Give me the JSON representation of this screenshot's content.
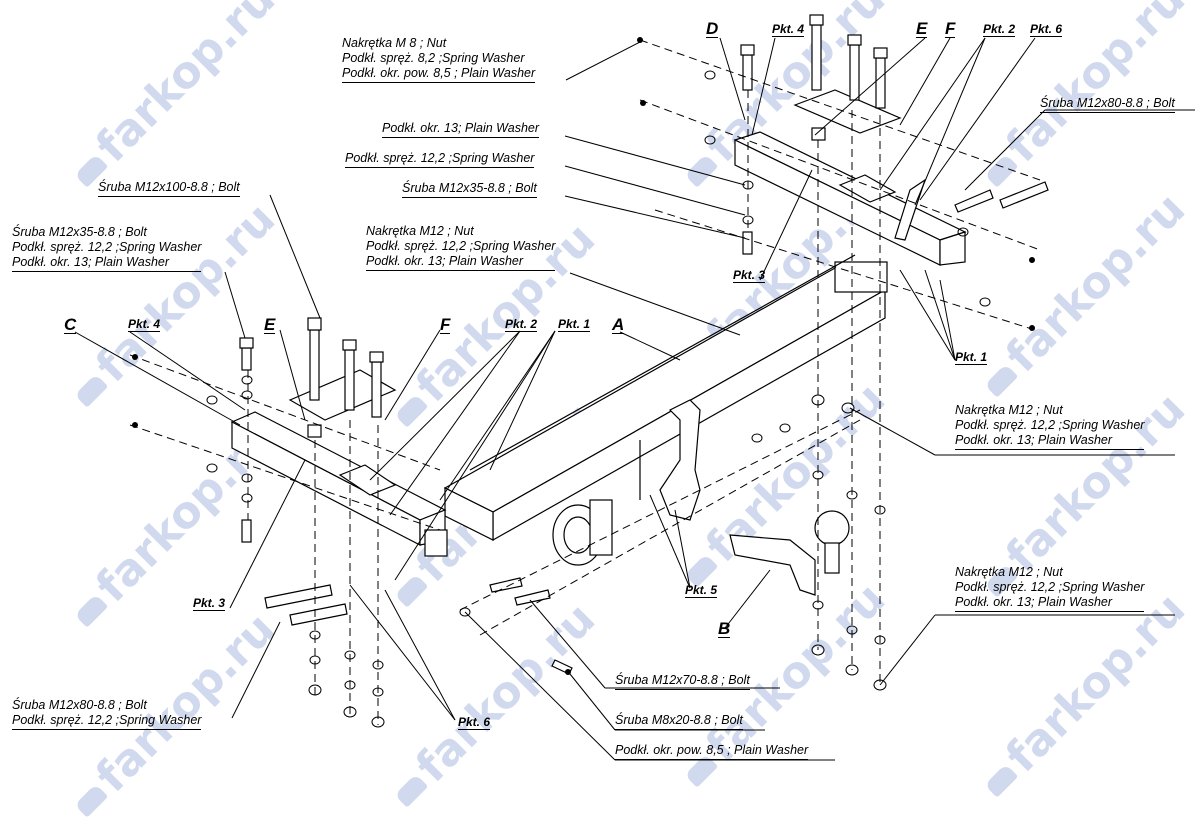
{
  "watermark": "farkop.ru",
  "labels": {
    "nut_m8": [
      "Nakrętka  M  8 ; Nut",
      "Podkł. spręż. 8,2 ;Spring Washer",
      "Podkł. okr. pow. 8,5 ; Plain Washer"
    ],
    "plain_washer_13": "Podkł. okr. 13; Plain Washer",
    "spring_washer_12": "Podkł. spręż. 12,2 ;Spring Washer",
    "bolt_m12x35_top": "Śruba M12x35-8.8 ;  Bolt",
    "bolt_m12x100": "Śruba M12x100-8.8 ;  Bolt",
    "left_group": [
      "Śruba M12x35-8.8 ;  Bolt",
      "Podkł. spręż. 12,2 ;Spring Washer",
      "Podkł. okr. 13; Plain Washer"
    ],
    "nut_m12_center": [
      "Nakrętka  M12 ; Nut",
      "Podkł. spręż. 12,2 ;Spring Washer",
      "Podkł. okr. 13; Plain Washer"
    ],
    "bolt_m12x80_right": "Śruba M12x80-8.8 ;  Bolt",
    "nut_m12_right1": [
      "Nakrętka  M12 ; Nut",
      "Podkł. spręż. 12,2 ;Spring Washer",
      "Podkł. okr. 13; Plain Washer"
    ],
    "nut_m12_right2": [
      "Nakrętka  M12 ; Nut",
      "Podkł. spręż. 12,2 ;Spring Washer",
      "Podkł. okr. 13; Plain Washer"
    ],
    "bolt_m12x80_left": [
      "Śruba M12x80-8.8 ;  Bolt",
      "Podkł. spręż. 12,2 ;Spring Washer"
    ],
    "bolt_m12x70": "Śruba M12x70-8.8 ;  Bolt",
    "bolt_m8x20": "Śruba M8x20-8.8 ;  Bolt",
    "plain_washer_85": "Podkł. okr. pow. 8,5 ; Plain Washer"
  },
  "tags": {
    "pkt1": "Pkt. 1",
    "pkt2": "Pkt. 2",
    "pkt3": "Pkt. 3",
    "pkt4": "Pkt. 4",
    "pkt5": "Pkt. 5",
    "pkt6": "Pkt. 6"
  },
  "letters": {
    "a": "A",
    "b": "B",
    "c": "C",
    "d": "D",
    "e": "E",
    "f": "F"
  }
}
